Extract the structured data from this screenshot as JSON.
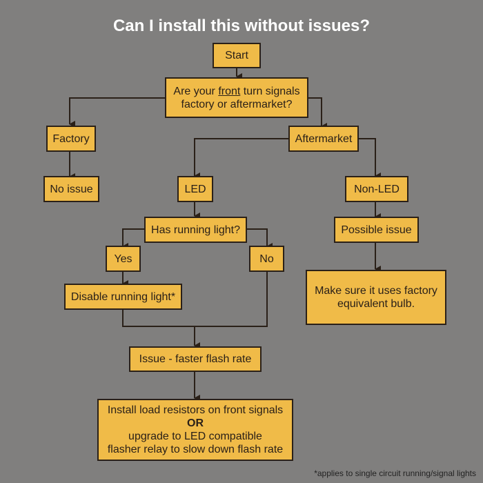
{
  "title": "Can I install this without issues?",
  "colors": {
    "background": "#807f7e",
    "box_fill": "#f0bb48",
    "box_border": "#2a2018",
    "title": "#ffffff"
  },
  "nodes": {
    "start": "Start",
    "question": {
      "line1_pre": "Are your ",
      "line1_underlined": "front",
      "line1_post": " turn signals",
      "line2": "factory or aftermarket?"
    },
    "factory": "Factory",
    "no_issue": "No issue",
    "aftermarket": "Aftermarket",
    "led": "LED",
    "non_led": "Non-LED",
    "has_running_light": "Has running light?",
    "yes": "Yes",
    "no": "No",
    "disable_running_light": "Disable running light*",
    "possible_issue": "Possible issue",
    "make_sure": {
      "line1": "Make sure it uses factory",
      "line2": "equivalent bulb."
    },
    "issue_flash": "Issue - faster flash rate",
    "install": {
      "line1": "Install load resistors on front signals",
      "line2": "OR",
      "line3": "upgrade to LED compatible",
      "line4": "flasher relay to slow down flash rate"
    }
  },
  "footnote": "*applies to single circuit running/signal lights"
}
